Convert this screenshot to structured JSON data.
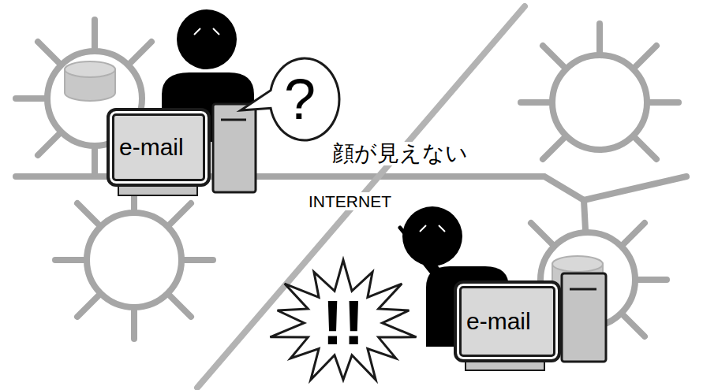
{
  "diagram": {
    "nodes": [
      {
        "text": [
          "?"
        ]
      },
      {
        "text": [
          "e-mail"
        ]
      },
      {
        "text": [
          "!!"
        ]
      },
      {
        "text": [
          "e-mail"
        ]
      }
    ],
    "labels": [
      "顔が見えない",
      "INTERNET"
    ]
  }
}
